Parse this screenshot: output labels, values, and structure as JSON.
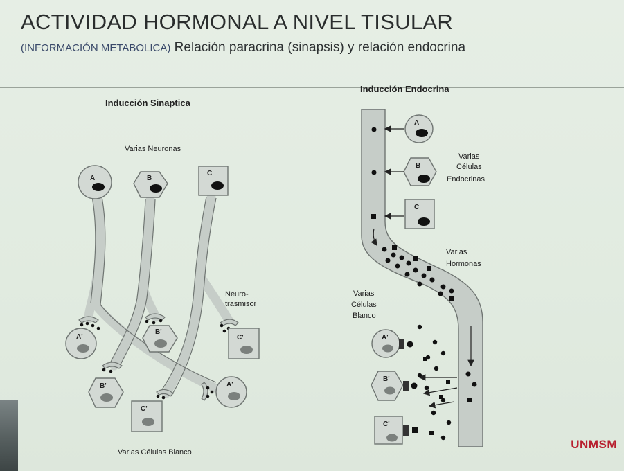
{
  "slide": {
    "title": "ACTIVIDAD HORMONAL A NIVEL TISULAR",
    "subtitle_a": "(INFORMACIÓN METABOLICA)",
    "subtitle_b": " Relación paracrina (sinapsis) y relación endocrina",
    "brand": "UNMSM"
  },
  "synaptic": {
    "heading": "Inducción Sinaptica",
    "neurons_label": "Varias Neuronas",
    "neuro_label_1": "Neuro-",
    "neuro_label_2": "trasmisor",
    "targets_label": "Varias Células Blanco",
    "neurons": [
      "A",
      "B",
      "C"
    ],
    "targets": [
      "A'",
      "B'",
      "C'"
    ]
  },
  "endocrine": {
    "heading": "Inducción Endocrina",
    "cells_label_1": "Varias",
    "cells_label_2": "Células",
    "cells_label_3": "Endocrinas",
    "hormones_label_1": "Varias",
    "hormones_label_2": "Hormonas",
    "targets_label_1": "Varias",
    "targets_label_2": "Células",
    "targets_label_3": "Blanco",
    "cells": [
      "A",
      "B",
      "C"
    ],
    "targets": [
      "A'",
      "B'",
      "C'"
    ]
  }
}
